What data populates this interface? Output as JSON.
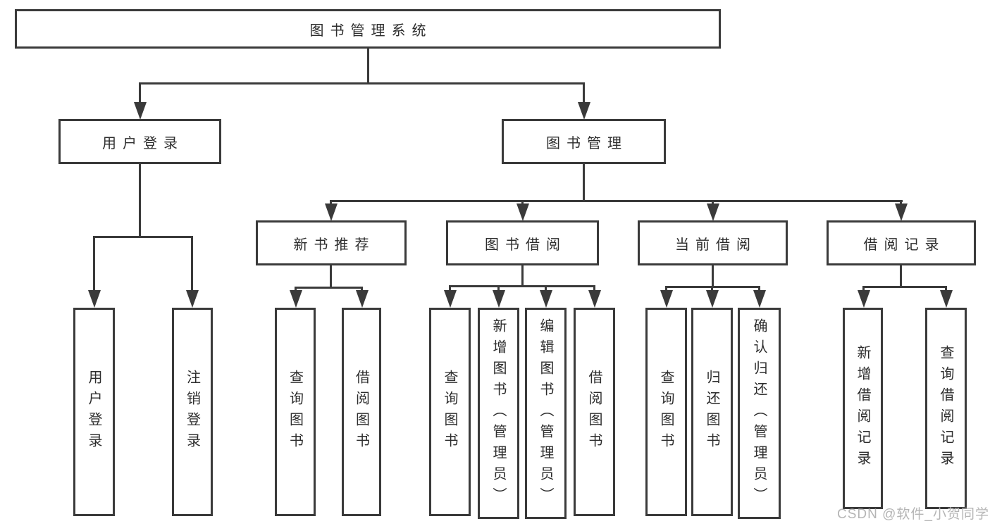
{
  "tree": {
    "root": {
      "label": "图书管理系统"
    },
    "branches": [
      {
        "label": "用户登录",
        "children": [
          {
            "label": "用户登录"
          },
          {
            "label": "注销登录"
          }
        ]
      },
      {
        "label": "图书管理",
        "children": [
          {
            "label": "新书推荐",
            "children": [
              {
                "label": "查询图书"
              },
              {
                "label": "借阅图书"
              }
            ]
          },
          {
            "label": "图书借阅",
            "children": [
              {
                "label": "查询图书"
              },
              {
                "label": "新增图书（管理员）"
              },
              {
                "label": "编辑图书（管理员）"
              },
              {
                "label": "借阅图书"
              }
            ]
          },
          {
            "label": "当前借阅",
            "children": [
              {
                "label": "查询图书"
              },
              {
                "label": "归还图书"
              },
              {
                "label": "确认归还（管理员）"
              }
            ]
          },
          {
            "label": "借阅记录",
            "children": [
              {
                "label": "新增借阅记录"
              },
              {
                "label": "查询借阅记录"
              }
            ]
          }
        ]
      }
    ]
  },
  "watermark": "CSDN @软件_小贺同学",
  "colors": {
    "line": "#3a3a3a",
    "text": "#2d2d2d",
    "background": "#ffffff",
    "watermark": "#b5b5b5"
  }
}
